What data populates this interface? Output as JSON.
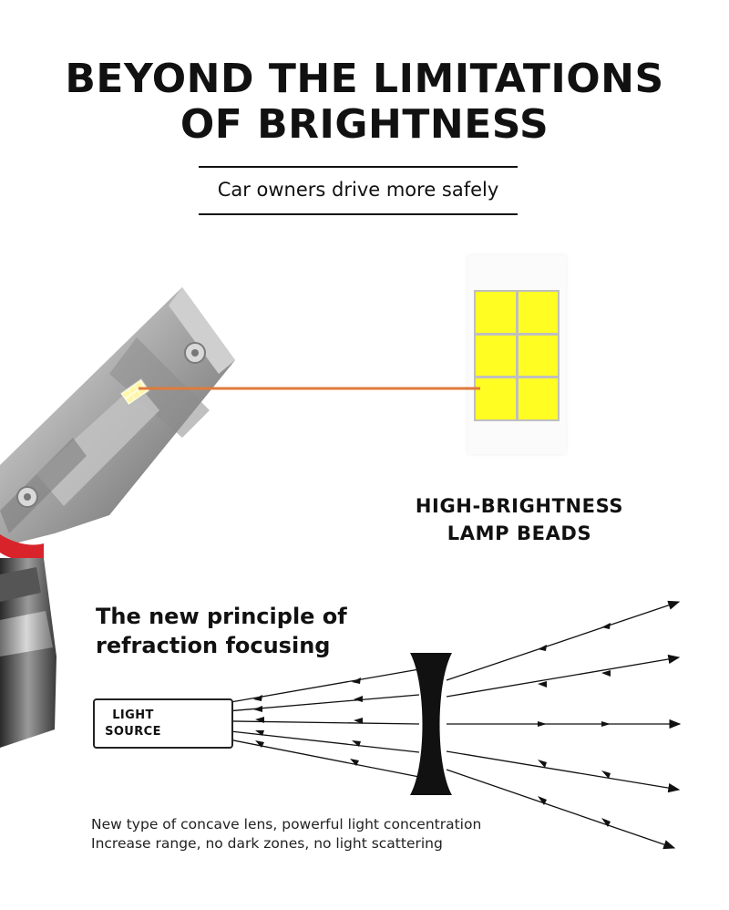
{
  "headline": {
    "line1": "BEYOND THE LIMITATIONS",
    "line2": "OF BRIGHTNESS"
  },
  "subheadline": "Car owners drive more safely",
  "lamp_beads": {
    "title_line1": "HIGH-BRIGHTNESS",
    "title_line2": "LAMP BEADS",
    "chip_color": "#fffd22",
    "pointer_color": "#e07a3c"
  },
  "principle": {
    "line1": "The new principle of",
    "line2": "refraction focusing"
  },
  "light_source": {
    "line1": "LIGHT",
    "line2": "SOURCE"
  },
  "caption": {
    "line1": "New type of concave lens, powerful light concentration",
    "line2": "Increase range, no dark zones, no light scattering"
  }
}
